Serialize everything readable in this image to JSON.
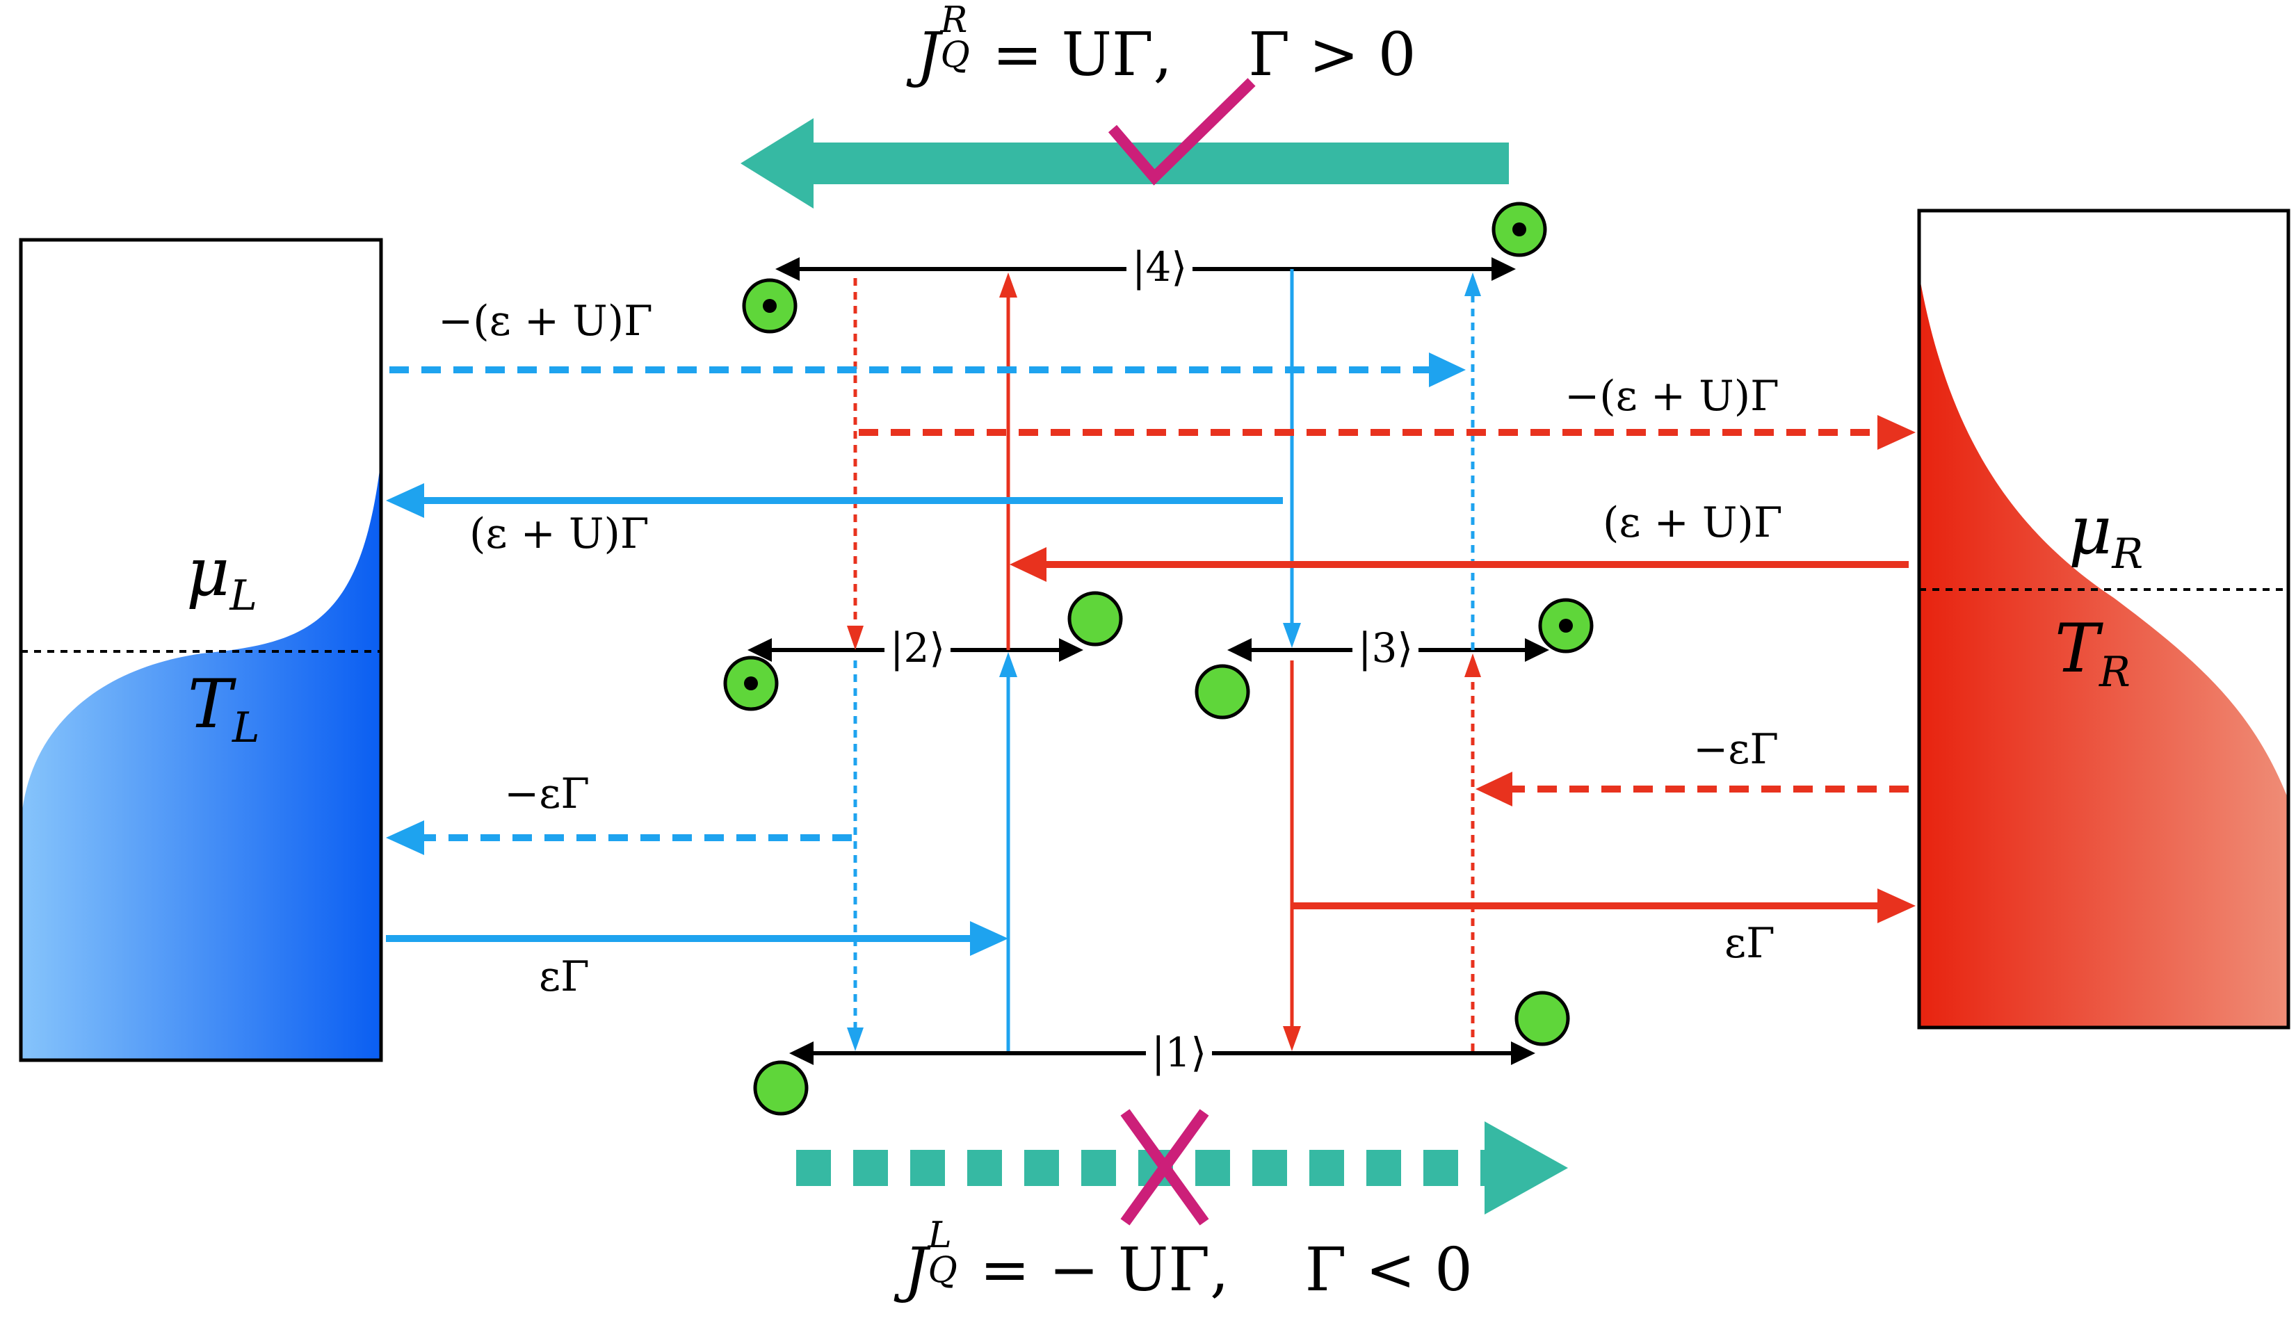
{
  "states": {
    "s1": "|1⟩",
    "s2": "|2⟩",
    "s3": "|3⟩",
    "s4": "|4⟩"
  },
  "rates": {
    "lead_top": "−(ε + U)Γ",
    "left_mid": "(ε + U)Γ",
    "right_top": "−(ε + U)Γ",
    "right_mid": "(ε + U)Γ",
    "left_neg": "−εΓ",
    "left_pos": "εΓ",
    "right_neg": "−εΓ",
    "right_pos": "εΓ"
  },
  "reservoirs": {
    "left": {
      "mu": "μ",
      "mu_sub": "L",
      "T": "T",
      "T_sub": "L"
    },
    "right": {
      "mu": "μ",
      "mu_sub": "R",
      "T": "T",
      "T_sub": "R"
    }
  },
  "currents": {
    "top": {
      "J": "J",
      "sup": "R",
      "sub": "Q",
      "rhs": "= UΓ,",
      "cond": "Γ > 0",
      "mark": "check"
    },
    "bottom": {
      "J": "J",
      "sup": "L",
      "sub": "Q",
      "rhs": "= − UΓ,",
      "cond": "Γ < 0",
      "mark": "cross"
    }
  },
  "colors": {
    "blue": "#1ea3ef",
    "red": "#e8321e",
    "teal": "#36b9a3",
    "magenta": "#cc1f79",
    "green": "#5fd63a"
  }
}
